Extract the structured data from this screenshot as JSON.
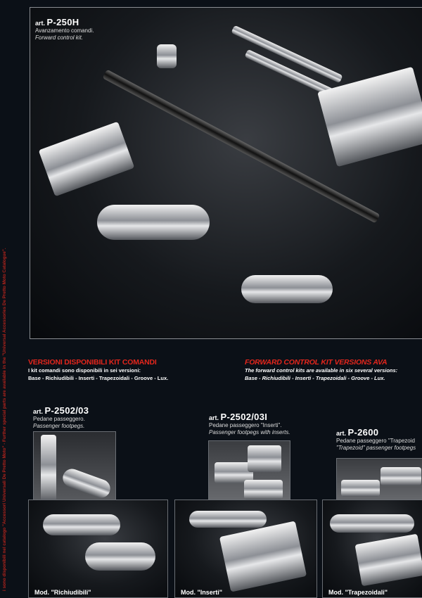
{
  "main_product": {
    "art_prefix": "art.",
    "code": "P-250H",
    "desc_it": "Avanzamento comandi.",
    "desc_en": "Forward control kit."
  },
  "versions_it": {
    "title": "VERSIONI DISPONIBILI KIT COMANDI",
    "line1": "I kit comandi sono disponibili in sei versioni:",
    "line2": "Base - Richiudibili - Inserti - Trapezoidali - Groove - Lux."
  },
  "versions_en": {
    "title": "FORWARD CONTROL KIT  VERSIONS AVA",
    "line1": "The forward control kits are available in six several versions:",
    "line2": "Base - Richiudibili - Inserti - Trapezoidali - Groove - Lux."
  },
  "products": [
    {
      "art_prefix": "art.",
      "code": "P-2502/03",
      "desc_it": "Pedane passeggero.",
      "desc_en": "Passenger footpegs."
    },
    {
      "art_prefix": "art.",
      "code": "P-2502/03I",
      "desc_it": "Pedane passeggero \"Inserti\".",
      "desc_en": "Passenger footpegs with inserts."
    },
    {
      "art_prefix": "art.",
      "code": "P-2600",
      "desc_it": "Pedane passeggero \"Trapezoid",
      "desc_en": "\"Trapezoid\" passenger footpegs"
    }
  ],
  "models": [
    "Mod. \"Richiudibili\"",
    "Mod. \"Inserti\"",
    "Mod. \"Trapezoidali\""
  ],
  "side_note": "i sono disponibili nel catalogo \"Accessori Universali De Pretto Moto\" - Further special parts are available in the \"Universal Accessories De Pretto Moto Catalogue\".",
  "colors": {
    "accent_red": "#e3261c",
    "background": "#0b1017"
  }
}
